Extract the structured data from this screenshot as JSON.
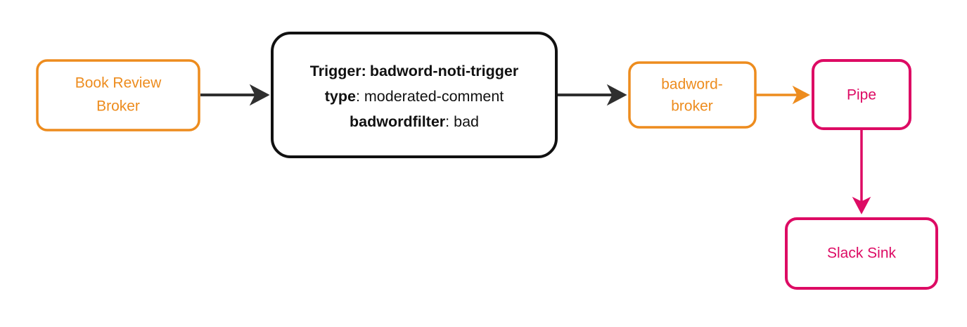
{
  "diagram": {
    "type": "flowchart",
    "direction": "left-to-right",
    "background_color": "#ffffff",
    "colors": {
      "orange": "#ED8C1E",
      "crimson": "#DD0B64",
      "dark": "#2f2f2f",
      "black": "#111111",
      "node_fill": "#ffffff"
    },
    "nodes": [
      {
        "id": "book-review-broker",
        "label": "Book Review Broker",
        "lines": [
          "Book Review",
          "Broker"
        ],
        "shape": "rounded-rectangle",
        "stroke_color": "#ED8C1E",
        "text_color": "#ED8C1E"
      },
      {
        "id": "trigger",
        "label": "Trigger: badword-noti-trigger",
        "shape": "rounded-rectangle",
        "stroke_color": "#111111",
        "text_color": "#111111",
        "rows": [
          {
            "key": "Trigger:",
            "value": "badword-noti-trigger",
            "value_bold": true
          },
          {
            "key": "type",
            "value": ": moderated-comment",
            "value_bold": false
          },
          {
            "key": "badwordfilter",
            "value": ": bad",
            "value_bold": false
          }
        ]
      },
      {
        "id": "badword-broker",
        "label": "badword-broker",
        "lines": [
          "badword-",
          "broker"
        ],
        "shape": "rounded-rectangle",
        "stroke_color": "#ED8C1E",
        "text_color": "#ED8C1E"
      },
      {
        "id": "pipe",
        "label": "Pipe",
        "lines": [
          "Pipe"
        ],
        "shape": "rounded-rectangle",
        "stroke_color": "#DD0B64",
        "text_color": "#DD0B64"
      },
      {
        "id": "slack-sink",
        "label": "Slack Sink",
        "lines": [
          "Slack Sink"
        ],
        "shape": "rounded-rectangle",
        "stroke_color": "#DD0B64",
        "text_color": "#DD0B64"
      }
    ],
    "edges": [
      {
        "id": "e1",
        "from": "book-review-broker",
        "to": "trigger",
        "color": "#2f2f2f",
        "arrow": "filled-triangle",
        "orientation": "horizontal"
      },
      {
        "id": "e2",
        "from": "trigger",
        "to": "badword-broker",
        "color": "#2f2f2f",
        "arrow": "filled-triangle",
        "orientation": "horizontal"
      },
      {
        "id": "e3",
        "from": "badword-broker",
        "to": "pipe",
        "color": "#ED8C1E",
        "arrow": "filled-triangle",
        "orientation": "horizontal"
      },
      {
        "id": "e4",
        "from": "pipe",
        "to": "slack-sink",
        "color": "#DD0B64",
        "arrow": "filled-triangle",
        "orientation": "vertical"
      }
    ]
  }
}
